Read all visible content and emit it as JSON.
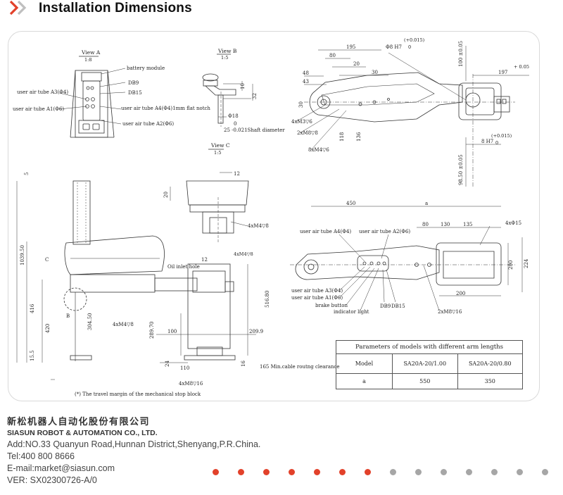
{
  "header": {
    "title": "Installation Dimensions",
    "accent_color": "#e2412a"
  },
  "drawing": {
    "view_a": {
      "title": "View A",
      "scale": "1:8"
    },
    "view_b": {
      "title": "View B",
      "scale": "1:5"
    },
    "view_c": {
      "title": "View C",
      "scale": "1:5"
    },
    "labels": {
      "battery_module": "battery module",
      "db9": "DB9",
      "db15": "DB15",
      "user_air_a3": "user air tube A3(Φ4)",
      "user_air_a1": "user air tube A1(Φ6)",
      "user_air_a4_notch": "user air tube A4(Φ4)1mm flat notch",
      "user_air_a2": "user air tube A2(Φ6)",
      "shaft_diameter": "25 -0.021Shaft diameter",
      "oil_inlet": "Oil inlet hole",
      "min_cable": "165 Min.cable routng clearance",
      "travel_note": "(*) The travel margin of the mechanical stop block",
      "brake_button": "brake button",
      "indicator_light": "indicator light",
      "user_air_a4": "user air tube A4(Φ4)",
      "user_air_a2_b": "user air tube A2(Φ6)",
      "user_air_a3_b": "user air tube A3(Φ4)",
      "user_air_a1_b": "user air tube A1(Φ6)",
      "db9_b": "DB9",
      "db15_b": "DB15"
    },
    "dims": {
      "d195": "195",
      "d80a": "80",
      "d20a": "20",
      "d30a": "30",
      "d48": "48",
      "d43": "43",
      "phi8": "Φ8 H7",
      "tol_plus": "(+0.015)",
      "tol_zero": "0",
      "d100": "100 ±0.05",
      "d197": "197",
      "d005": "+ 0.05",
      "d30b": "30",
      "m3": "4xM3▽6",
      "m8a": "2xM8▽8",
      "m4a": "8xM4▽6",
      "d118": "118",
      "d136": "136",
      "h7b": "8 H7",
      "tol_plus_b": "(+0.015)",
      "tol_zero_b": "0",
      "d9850": "98.50 ±0.05",
      "d10": "10",
      "d32": "32",
      "phi18": "Φ18",
      "zero": "0",
      "d12a": "12",
      "d20b": "20",
      "m4b": "4xM4▽8",
      "d1039": "1039.50",
      "d416": "416",
      "d420": "420",
      "d304": "304.50",
      "d155": "15.5",
      "d5": "5",
      "d12b": "12",
      "m4c": "4xM4▽8",
      "m4d": "4xM4▽8",
      "d289": "289.70",
      "d100b": "100",
      "d209": "209.9",
      "d516": "516.80",
      "d24": "24",
      "d110": "110",
      "d16": "16",
      "m8b": "4xM8▽16",
      "c": "C",
      "b": "B",
      "d450": "450",
      "a": "a",
      "d80b": "80",
      "d130": "130",
      "d135": "135",
      "phi15": "4xΦ15",
      "d200a": "200",
      "d224": "224",
      "d200b": "200",
      "m8c": "2xM8▽16"
    }
  },
  "params_table": {
    "caption": "Parameters of models with different arm lengths",
    "header": [
      "Model",
      "SA20A-20/1.00",
      "SA20A-20/0.80"
    ],
    "rows": [
      [
        "a",
        "550",
        "350"
      ]
    ]
  },
  "footer": {
    "company_cn": "新松机器人自动化股份有限公司",
    "company_en": "SIASUN ROBOT & AUTOMATION CO., LTD.",
    "address": "Add:NO.33 Quanyun Road,Hunnan District,Shenyang,P.R.China.",
    "tel": "Tel:400 800 8666",
    "email": "E-mail:market@siasun.com",
    "version": "VER:   SX02300726-A/0"
  },
  "pager": {
    "active_color": "#e2412a",
    "inactive_color": "#a6a6a6",
    "dots": [
      "active",
      "active",
      "active",
      "active",
      "active",
      "active",
      "active",
      "inactive",
      "inactive",
      "inactive",
      "inactive",
      "inactive",
      "inactive",
      "inactive"
    ]
  }
}
